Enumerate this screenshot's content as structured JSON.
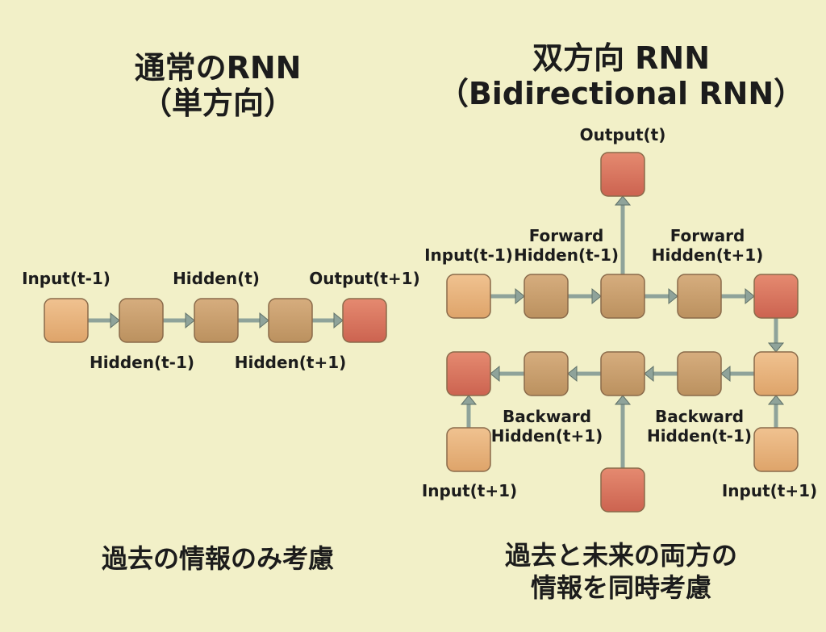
{
  "left_panel": {
    "title_line1": "通常のRNN",
    "title_line2": "（単方向）",
    "labels": {
      "input_t_minus_1": "Input(t-1)",
      "hidden_t": "Hidden(t)",
      "output_t_plus_1": "Output(t+1)",
      "hidden_t_minus_1": "Hidden(t-1)",
      "hidden_t_plus_1": "Hidden(t+1)"
    },
    "caption": "過去の情報のみ考慮"
  },
  "right_panel": {
    "title_line1": "双方向 RNN",
    "title_line2": "（Bidirectional RNN）",
    "labels": {
      "output_t": "Output(t)",
      "input_t_minus_1": "Input(t-1)",
      "forward_hidden_t_minus_1_l1": "Forward",
      "forward_hidden_t_minus_1_l2": "Hidden(t-1)",
      "forward_hidden_t_plus_1_l1": "Forward",
      "forward_hidden_t_plus_1_l2": "Hidden(t+1)",
      "backward_hidden_t_plus_1_l1": "Backward",
      "backward_hidden_t_plus_1_l2": "Hidden(t+1)",
      "backward_hidden_t_minus_1_l1": "Backward",
      "backward_hidden_t_minus_1_l2": "Hidden(t-1)",
      "input_t_plus_1_left": "Input(t+1)",
      "input_t_plus_1_right": "Input(t+1)"
    },
    "caption_line1": "過去と未来の両方の",
    "caption_line2": "情報を同時考慮"
  },
  "colors": {
    "background": "#f2f0c8",
    "input_node": "#e8b47c",
    "hidden_node": "#caa070",
    "output_node": "#d9735c",
    "arrow": "#8fa39a",
    "node_border": "#8a6a4a"
  }
}
